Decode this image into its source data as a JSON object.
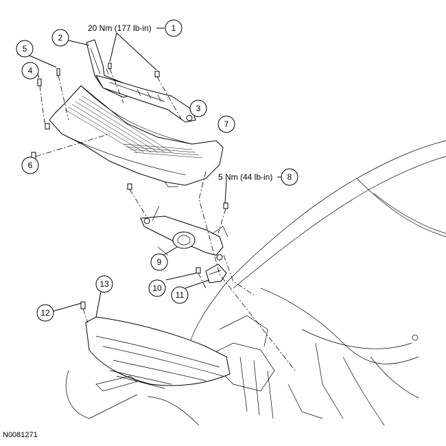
{
  "figure_id": "N0081271",
  "torque_labels": {
    "t1": "20 Nm (177 lb-in)",
    "t8": "5 Nm (44 lb-in)"
  },
  "callouts": {
    "c1": "1",
    "c2": "2",
    "c3": "3",
    "c4": "4",
    "c5": "5",
    "c6": "6",
    "c7": "7",
    "c8": "8",
    "c9": "9",
    "c10": "10",
    "c11": "11",
    "c12": "12",
    "c13": "13"
  }
}
